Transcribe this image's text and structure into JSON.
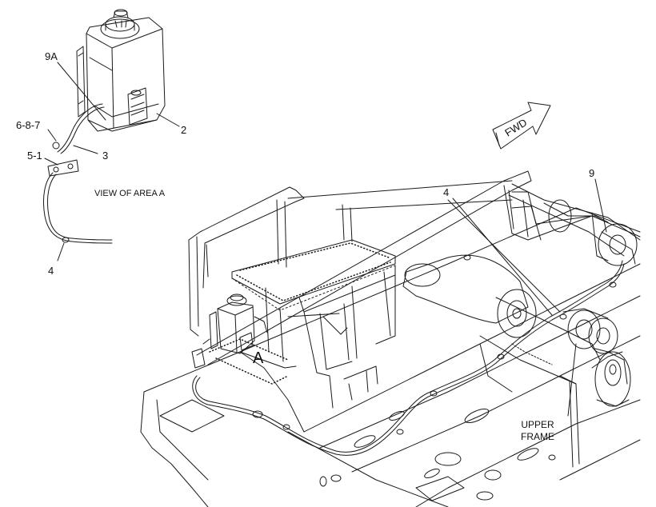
{
  "callouts": {
    "part_9a": "9A",
    "part_2": "2",
    "part_6_8_7": "6-8-7",
    "part_3": "3",
    "part_5_1": "5-1",
    "part_4_detail": "4",
    "part_4_main": "4",
    "part_9": "9"
  },
  "view_label": "VIEW OF AREA A",
  "area_marker": "A",
  "direction_label": "FWD",
  "frame_label": [
    "UPPER",
    "FRAME"
  ],
  "colors": {
    "line": "#1a1a1a",
    "background": "#ffffff"
  }
}
